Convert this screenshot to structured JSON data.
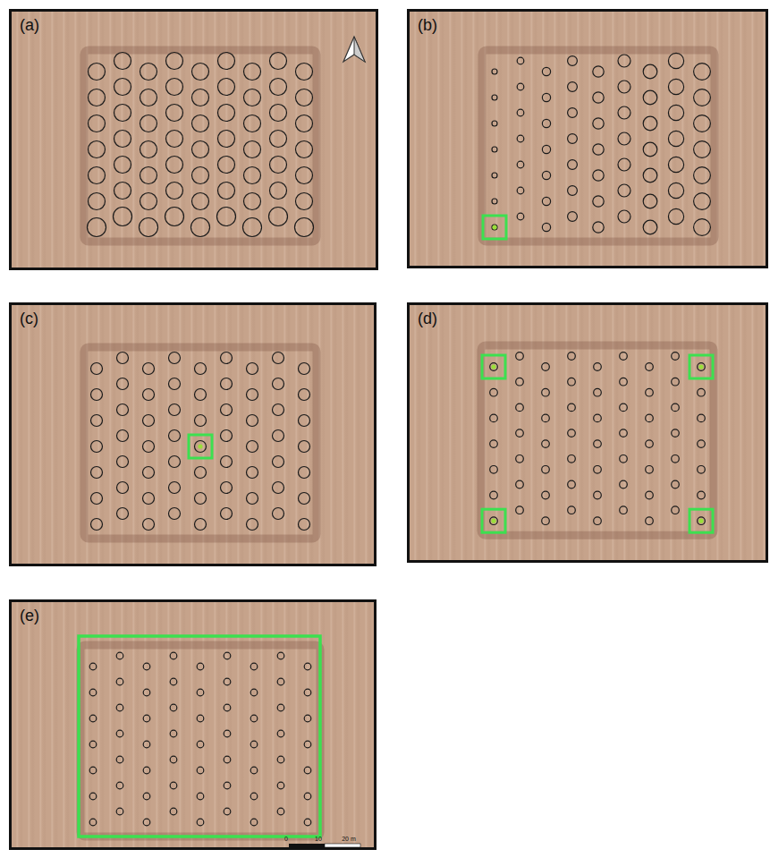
{
  "diagram": {
    "nodes": [
      {
        "text": [
          "(a)"
        ]
      },
      {
        "text": [
          "(b)"
        ]
      },
      {
        "text": [
          "(c)"
        ]
      },
      {
        "text": [
          "(d)"
        ]
      },
      {
        "text": [
          "(e)"
        ]
      }
    ],
    "labels": [
      "0",
      "10",
      "20 m"
    ]
  }
}
